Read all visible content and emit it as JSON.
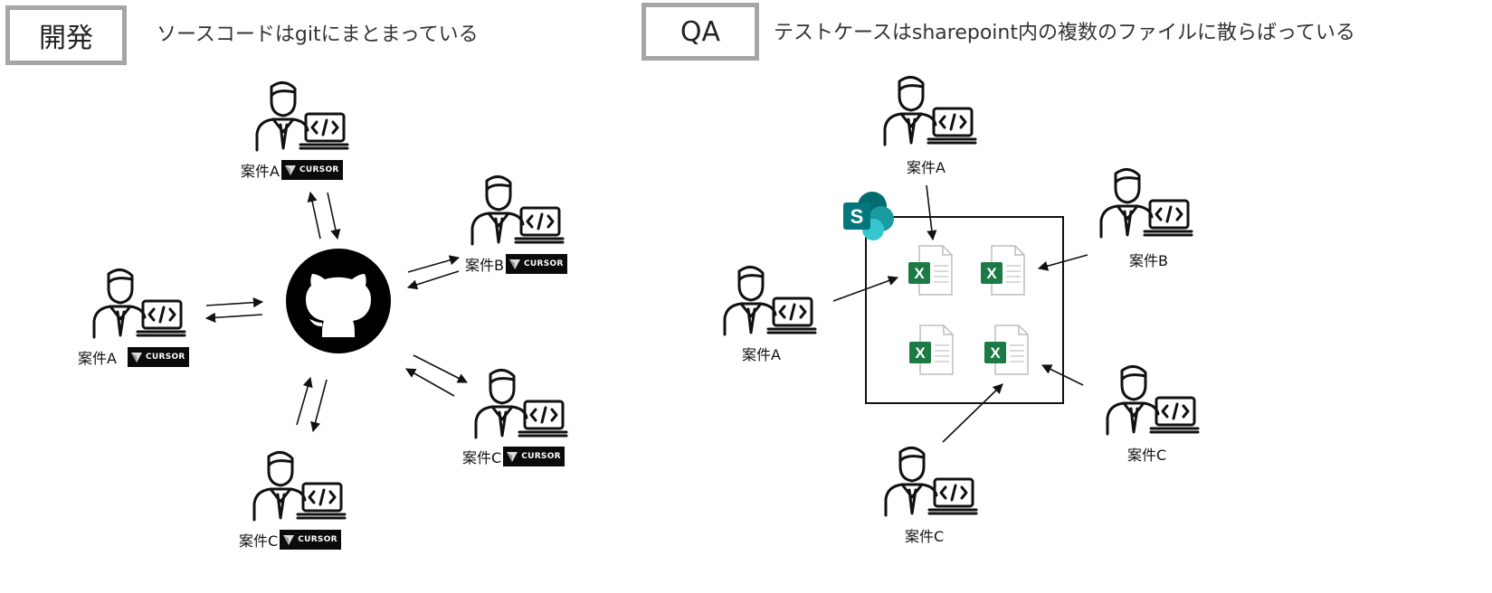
{
  "dev": {
    "tag": "開発",
    "description": "ソースコードはgitにまとまっている",
    "tool_badge": "CURSOR",
    "nodes": [
      {
        "label": "案件A",
        "tool": "CURSOR"
      },
      {
        "label": "案件B",
        "tool": "CURSOR"
      },
      {
        "label": "案件A",
        "tool": "CURSOR"
      },
      {
        "label": "案件C",
        "tool": "CURSOR"
      },
      {
        "label": "案件C",
        "tool": "CURSOR"
      }
    ]
  },
  "qa": {
    "tag": "QA",
    "description": "テストケースはsharepoint内の複数のファイルに散らばっている",
    "nodes": [
      {
        "label": "案件A"
      },
      {
        "label": "案件B"
      },
      {
        "label": "案件A"
      },
      {
        "label": "案件C"
      },
      {
        "label": "案件C"
      }
    ],
    "files_count": 4,
    "file_badge": "X",
    "sharepoint_letter": "S"
  },
  "colors": {
    "box_border": "#a6a6a6",
    "excel_green": "#1d7a45",
    "sharepoint_teal": "#0f7b80",
    "github_black": "#000000"
  }
}
